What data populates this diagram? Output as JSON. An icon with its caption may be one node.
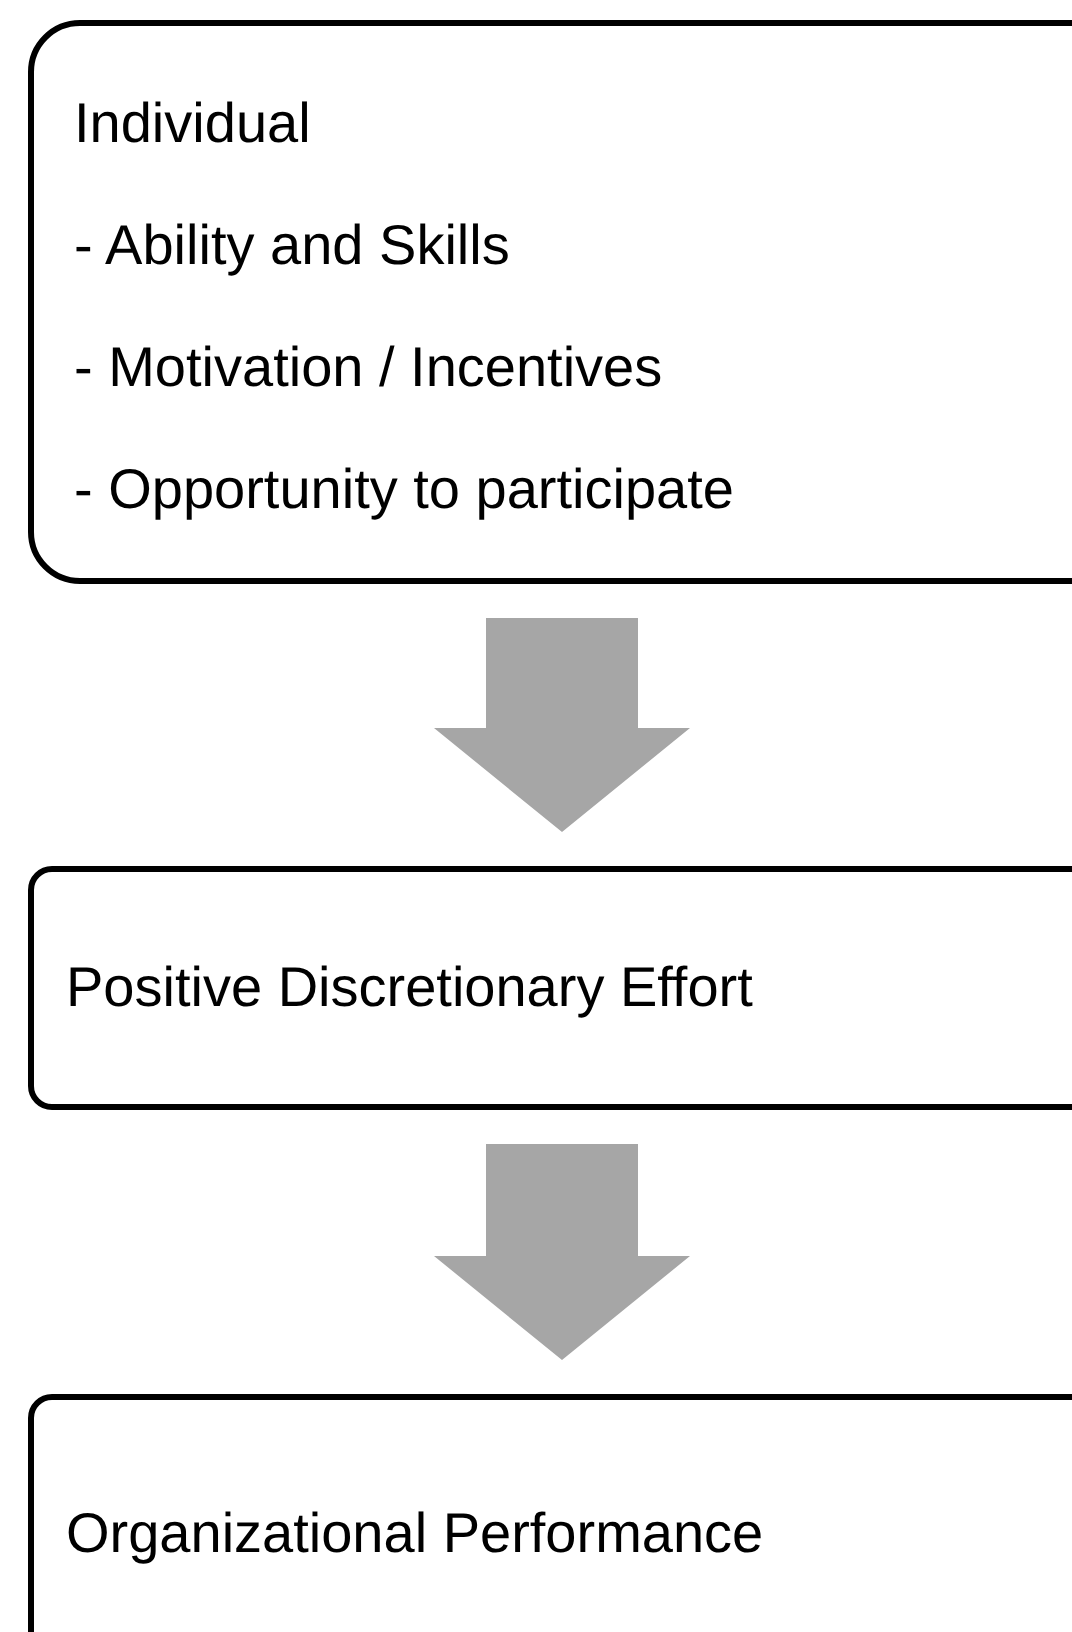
{
  "diagram": {
    "nodes": [
      {
        "text": [
          "Individual",
          "- Ability and Skills",
          "- Motivation / Incentives",
          "- Opportunity to participate"
        ]
      },
      {
        "text": [
          "Positive Discretionary Effort"
        ]
      },
      {
        "text": [
          "Organizational Performance"
        ]
      }
    ],
    "edges": [
      {
        "from": 0,
        "to": 1,
        "arrow": "to"
      },
      {
        "from": 1,
        "to": 2,
        "arrow": "to"
      }
    ]
  }
}
